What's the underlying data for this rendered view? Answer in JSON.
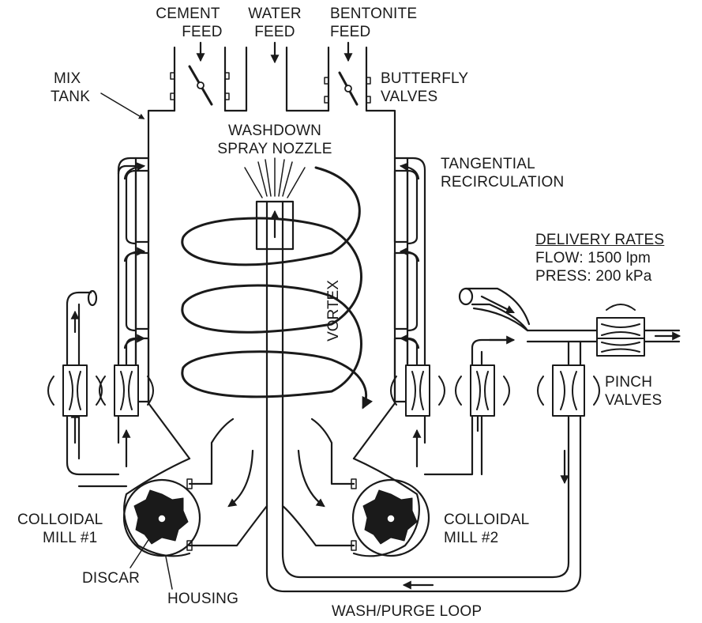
{
  "labels": {
    "cement_feed": [
      "CEMENT",
      "FEED"
    ],
    "water_feed": [
      "WATER",
      "FEED"
    ],
    "bentonite_feed": [
      "BENTONITE",
      "FEED"
    ],
    "mix_tank": [
      "MIX",
      "TANK"
    ],
    "butterfly_valves": [
      "BUTTERFLY",
      "VALVES"
    ],
    "washdown_spray_nozzle": [
      "WASHDOWN",
      "SPRAY NOZZLE"
    ],
    "tangential_recirculation": [
      "TANGENTIAL",
      "RECIRCULATION"
    ],
    "delivery_rates": {
      "title": "DELIVERY RATES",
      "flow": "FLOW: 1500 lpm",
      "press": "PRESS: 200 kPa"
    },
    "vortex": "VORTEX",
    "pinch_valves": [
      "PINCH",
      "VALVES"
    ],
    "colloidal_mill_1": [
      "COLLOIDAL",
      "MILL #1"
    ],
    "colloidal_mill_2": [
      "COLLOIDAL",
      "MILL #2"
    ],
    "discar": "DISCAR",
    "housing": "HOUSING",
    "wash_purge_loop": "WASH/PURGE LOOP"
  },
  "colors": {
    "line": "#1a1a1a",
    "background": "#ffffff"
  }
}
